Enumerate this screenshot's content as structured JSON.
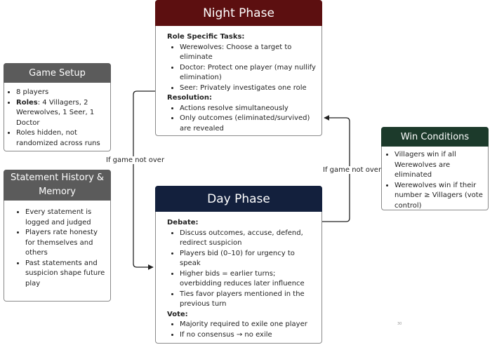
{
  "night": {
    "title": "Night Phase",
    "sections": [
      {
        "label": "Role Specific Tasks:",
        "items": [
          "Werewolves: Choose a target to eliminate",
          "Doctor: Protect one player (may nullify elimination)",
          "Seer: Privately investigates one role"
        ]
      },
      {
        "label": "Resolution:",
        "items": [
          "Actions resolve simultaneously",
          "Only outcomes (eliminated/survived) are revealed"
        ]
      }
    ]
  },
  "setup": {
    "title": "Game Setup",
    "items": [
      {
        "bold": "",
        "text": "8 players"
      },
      {
        "bold": "Roles",
        "text": ": 4 Villagers, 2 Werewolves, 1 Seer, 1 Doctor"
      },
      {
        "bold": "",
        "text": "Roles hidden, not randomized across runs"
      }
    ]
  },
  "history": {
    "title": "Statement History & Memory",
    "items": [
      "Every statement is logged and judged",
      "Players rate honesty for themselves and others",
      "Past statements and suspicion shape future play"
    ]
  },
  "win": {
    "title": "Win Conditions",
    "items": [
      "Villagers win if all Werewolves are eliminated",
      "Werewolves win if their number ≥ Villagers (vote control)"
    ]
  },
  "day": {
    "title": "Day Phase",
    "sections": [
      {
        "label": "Debate:",
        "items": [
          "Discuss outcomes, accuse, defend, redirect suspicion",
          "Players bid (0–10) for urgency to speak",
          "Higher bids = earlier turns; overbidding reduces later influence",
          "Ties favor players mentioned in the previous turn"
        ]
      },
      {
        "label": "Vote:",
        "items": [
          "Majority required to exile one player",
          "If no consensus → no exile"
        ]
      }
    ]
  },
  "edges": {
    "night_to_day": "If game not over",
    "day_to_night": "If game not over"
  },
  "colors": {
    "night_header": "#5c0f10",
    "day_header": "#13203d",
    "setup_header": "#5b5b5b",
    "win_header": "#1c3a2b",
    "arrow": "#222222"
  },
  "footnote": "30"
}
